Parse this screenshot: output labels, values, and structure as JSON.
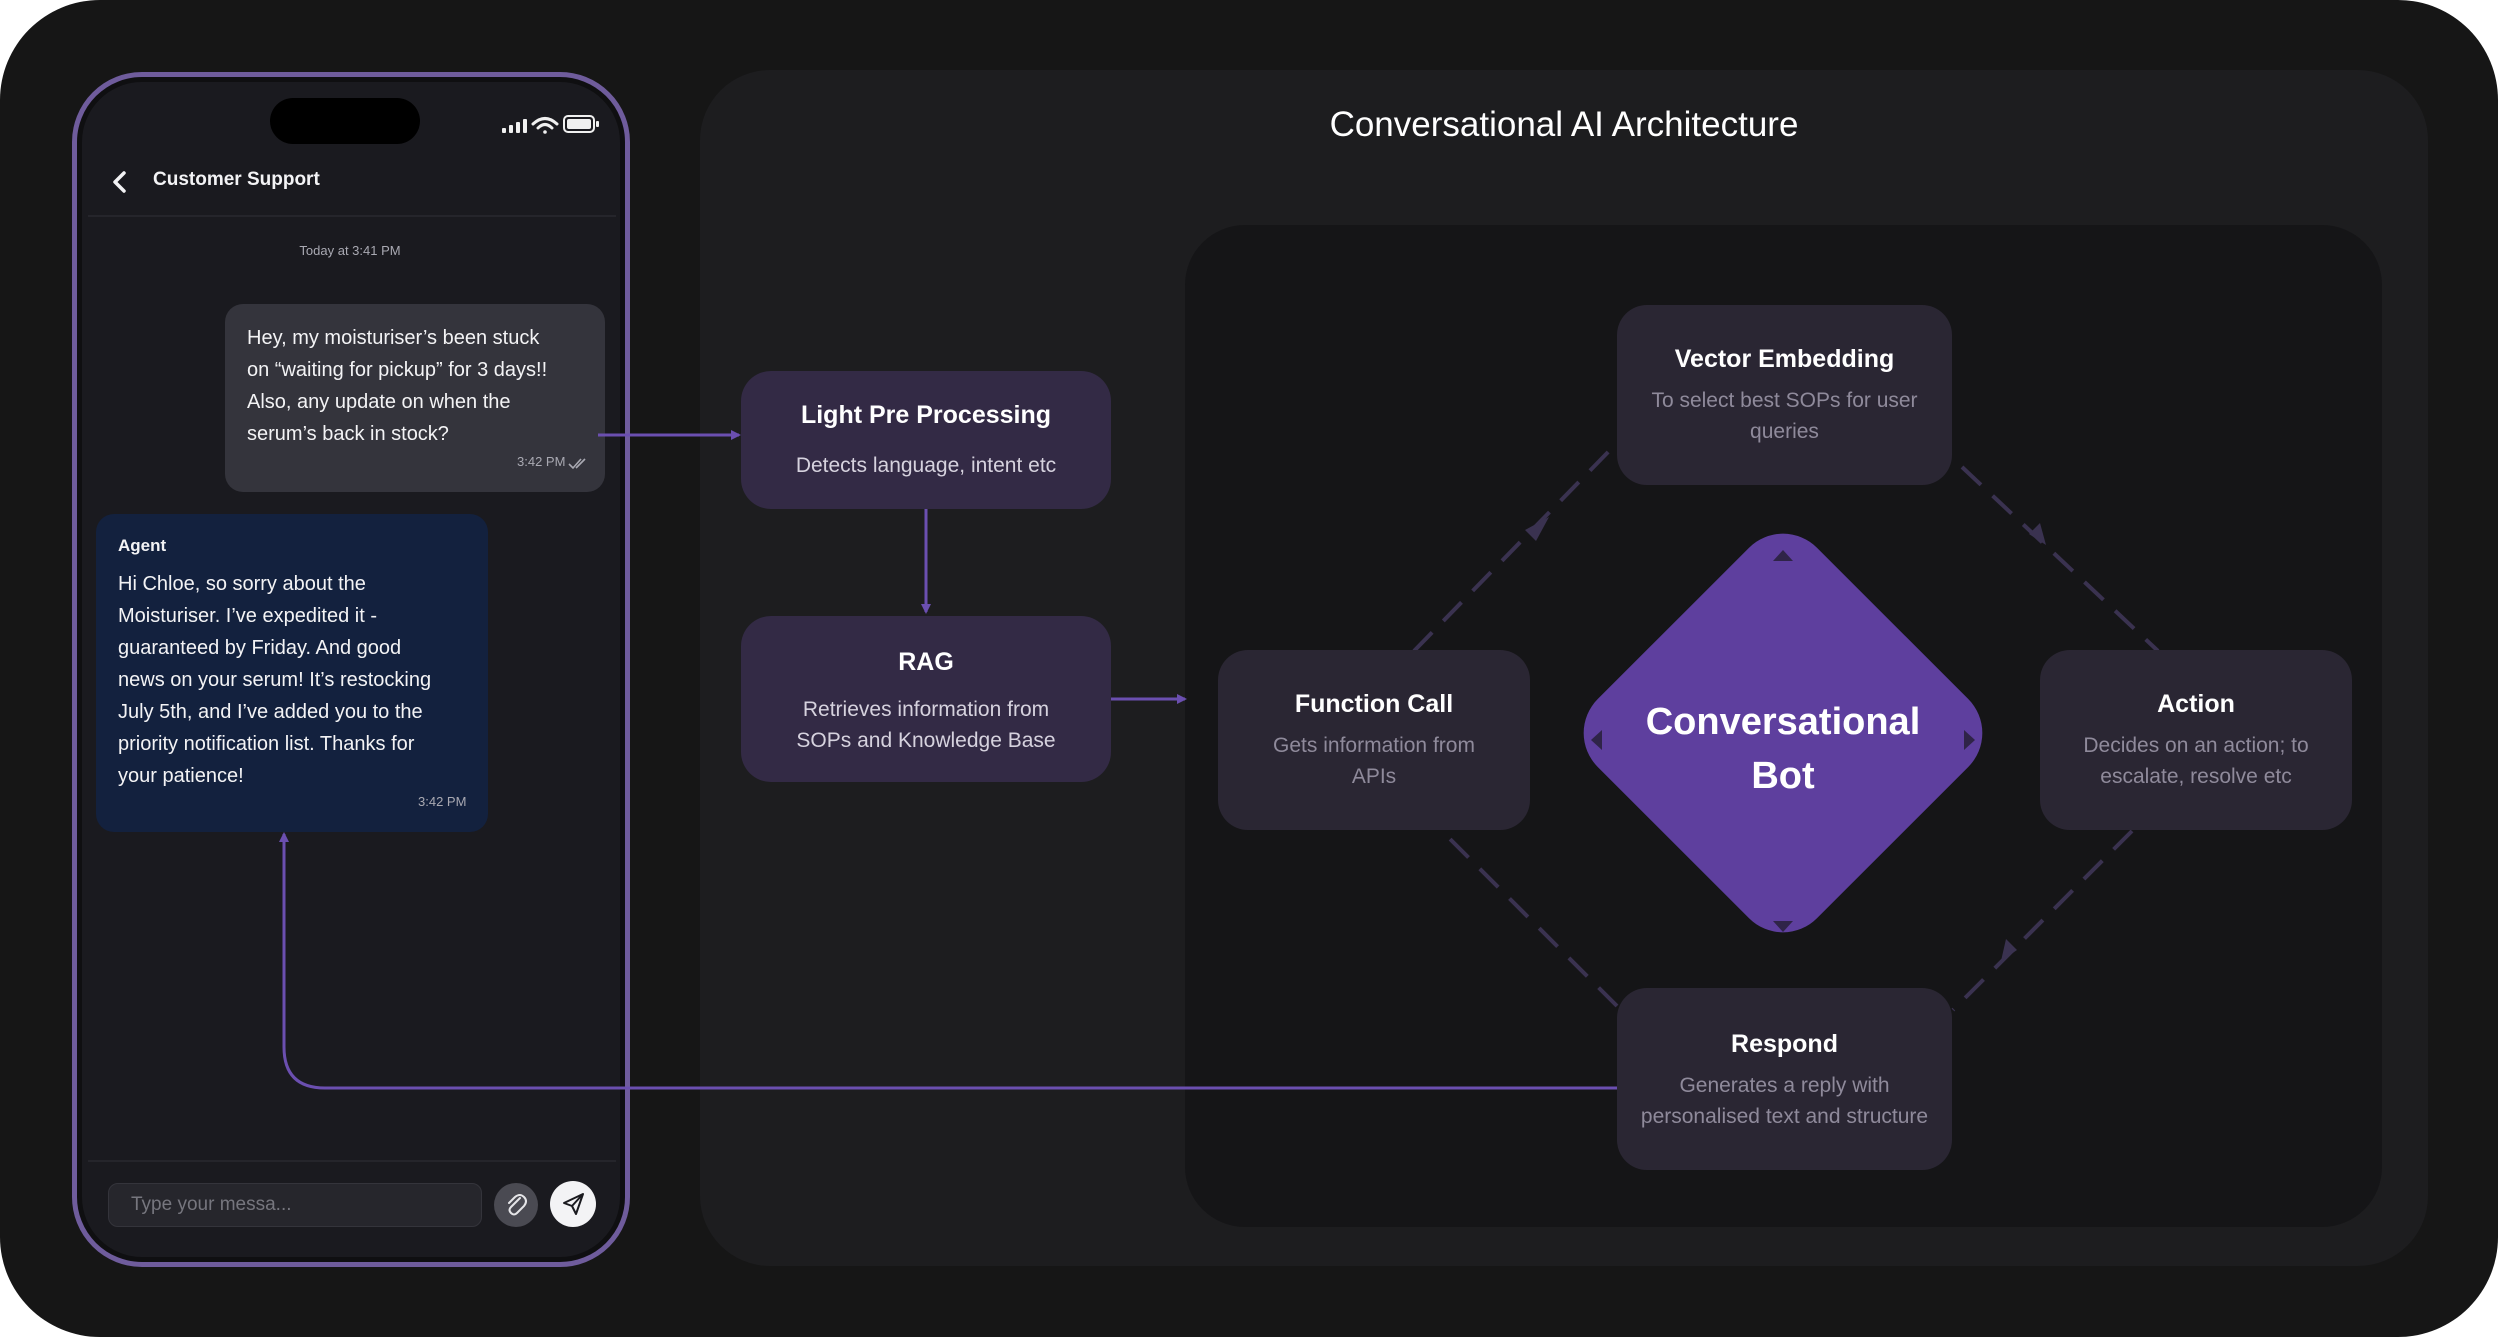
{
  "phone": {
    "header_title": "Customer Support",
    "timestamp": "Today at 3:41 PM",
    "user_message": "Hey, my moisturiser’s been stuck\non “waiting for pickup” for 3 days!!\nAlso, any update on when the\nserum’s back in stock?",
    "user_time": "3:42 PM",
    "agent_sender": "Agent",
    "agent_message": "Hi Chloe, so sorry about the\nMoisturiser. I’ve expedited it -\nguaranteed by Friday. And good\nnews on your serum! It’s restocking\nJuly 5th, and I’ve added you to the\npriority notification list. Thanks for\nyour patience!",
    "agent_time": "3:42 PM",
    "input_placeholder": "Type your messa..."
  },
  "diagram": {
    "title": "Conversational AI Architecture",
    "nodes": {
      "preprocess": {
        "title": "Light Pre Processing",
        "sub": "Detects language, intent etc"
      },
      "rag": {
        "title": "RAG",
        "sub": "Retrieves information from\nSOPs and Knowledge Base"
      },
      "vector": {
        "title": "Vector Embedding",
        "sub": "To select best SOPs for user\nqueries"
      },
      "function": {
        "title": "Function Call",
        "sub": "Gets information from\nAPIs"
      },
      "action": {
        "title": "Action",
        "sub": "Decides on an action; to\nescalate, resolve etc"
      },
      "respond": {
        "title": "Respond",
        "sub": "Generates a reply with\npersonalised text and structure"
      }
    },
    "bot_label": "Conversational\nBot"
  },
  "colors": {
    "accent": "#6b4fb0",
    "bot": "#5e3f9e",
    "node_primary": "#332a45",
    "node_secondary": "#2a2633",
    "agent_bubble": "#13213e",
    "user_bubble": "#34343c",
    "phone_border": "#6f5c9c"
  },
  "icons": [
    "back-chevron-icon",
    "signal-icon",
    "wifi-icon",
    "battery-icon",
    "double-check-icon",
    "paperclip-icon",
    "send-icon"
  ]
}
